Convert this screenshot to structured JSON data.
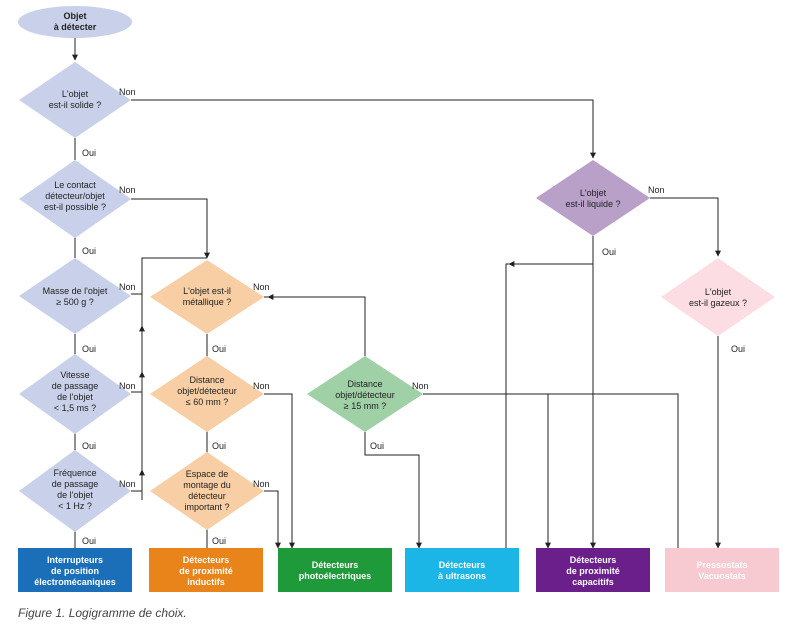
{
  "start": [
    "Objet",
    "à détecter"
  ],
  "questions": {
    "solid": [
      "L'objet",
      "est-il solide ?"
    ],
    "contact": [
      "Le contact",
      "détecteur/objet",
      "est-il possible ?"
    ],
    "mass": [
      "Masse de l'objet",
      "≥ 500 g ?"
    ],
    "speed": [
      "Vitesse",
      "de passage",
      "de l'objet",
      "< 1,5 ms ?"
    ],
    "freq": [
      "Fréquence",
      "de passage",
      "de l'objet",
      "< 1 Hz ?"
    ],
    "metal": [
      "L'objet est-il",
      "métallique ?"
    ],
    "dist60": [
      "Distance",
      "objet/détecteur",
      "≤ 60 mm ?"
    ],
    "space": [
      "Espace de",
      "montage du",
      "détecteur",
      "important ?"
    ],
    "dist15": [
      "Distance",
      "objet/détecteur",
      "≥ 15 mm ?"
    ],
    "liquid": [
      "L'objet",
      "est-il liquide ?"
    ],
    "gas": [
      "L'objet",
      "est-il gazeux ?"
    ]
  },
  "answers": {
    "yes": "Oui",
    "no": "Non"
  },
  "outcomes": [
    {
      "lines": [
        "Interrupteurs",
        "de position",
        "électromécaniques"
      ],
      "color": "#1a6fb8"
    },
    {
      "lines": [
        "Détecteurs",
        "de proximité",
        "inductifs"
      ],
      "color": "#e8841a"
    },
    {
      "lines": [
        "Détecteurs",
        "photoélectriques"
      ],
      "color": "#1f9a3a"
    },
    {
      "lines": [
        "Détecteurs",
        "à ultrasons"
      ],
      "color": "#1cb6e6"
    },
    {
      "lines": [
        "Détecteurs",
        "de proximité",
        "capacitifs"
      ],
      "color": "#6a1f8a"
    },
    {
      "lines": [
        "Pressostats",
        "Vacuostats"
      ],
      "color": "#f7c9d0"
    }
  ],
  "diamond_colors": {
    "blue": "#c9d1ea",
    "orange": "#f8cfa4",
    "green": "#9fd0a6",
    "purple": "#b8a0c8",
    "pink": "#fbdde3"
  },
  "caption": "Figure 1. Logigramme de choix."
}
